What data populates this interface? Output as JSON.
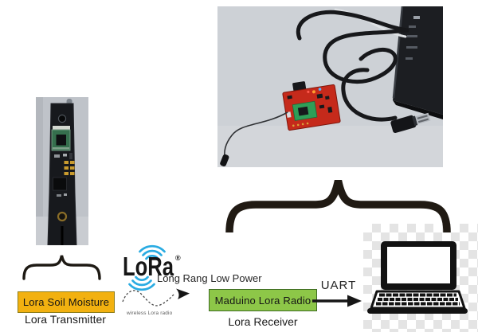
{
  "lora_logo": {
    "wordmark": "LoRa",
    "registered": "®",
    "tagline": "Long Rang Low Power",
    "wave_color": "#29ABE2"
  },
  "transmitter": {
    "box_label": "Lora Soil Moisture",
    "caption": "Lora Transmitter",
    "fill": "#F2B110",
    "border": "#8E7D18"
  },
  "receiver": {
    "box_label": "Maduino Lora Radio",
    "caption": "Lora Receiver",
    "fill": "#8DC748",
    "border": "#3D6B22"
  },
  "links": {
    "wireless": {
      "label": "wireless Lora radio"
    },
    "uart": {
      "label": "UART"
    }
  },
  "photos": {
    "transmitter": {
      "alt": "lora-soil-moisture-sensor-board-photo"
    },
    "receiver": {
      "alt": "maduino-lora-radio-connected-to-laptop-photo"
    }
  },
  "icons": {
    "laptop": "laptop-icon",
    "radio_waves": "lora-wave-icon",
    "wireless_arrow": "dashed-sine-arrow-icon",
    "uart_arrow": "right-arrow-icon",
    "brace_large": "curly-brace-icon",
    "brace_small": "curly-brace-icon"
  }
}
